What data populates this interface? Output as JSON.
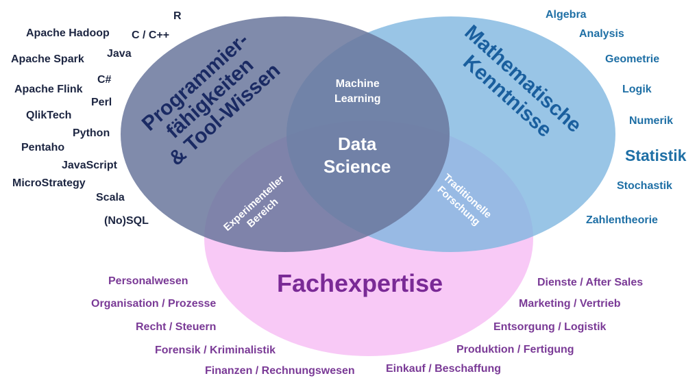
{
  "colors": {
    "programming_circle": "#6a779c",
    "math_circle": "#7fb6e0",
    "domain_circle": "#f7c3f5",
    "programming_text": "#1c2541",
    "math_text": "#1e6fa5",
    "domain_text": "#7a3a96"
  },
  "circles": {
    "programming": {
      "title_lines": [
        "Programmier-",
        "fähigkeiten",
        "& Tool-Wissen"
      ]
    },
    "math": {
      "title_lines": [
        "Mathematische",
        "Kenntnisse"
      ]
    },
    "domain": {
      "title": "Fachexpertise"
    }
  },
  "intersections": {
    "machine_learning": [
      "Machine",
      "Learning"
    ],
    "experimental": [
      "Experimenteller",
      "Bereich"
    ],
    "traditional": [
      "Traditionelle",
      "Forschung"
    ],
    "center": [
      "Data",
      "Science"
    ]
  },
  "programming_items": [
    "R",
    "C / C++",
    "Apache Hadoop",
    "Java",
    "Apache Spark",
    "C#",
    "Apache Flink",
    "Perl",
    "QlikTech",
    "Python",
    "Pentaho",
    "JavaScript",
    "MicroStrategy",
    "Scala",
    "(No)SQL"
  ],
  "math_items": [
    "Algebra",
    "Analysis",
    "Geometrie",
    "Logik",
    "Numerik",
    "Statistik",
    "Stochastik",
    "Zahlentheorie"
  ],
  "domain_items_left": [
    "Personalwesen",
    "Organisation / Prozesse",
    "Recht / Steuern",
    "Forensik / Kriminalistik",
    "Finanzen / Rechnungswesen"
  ],
  "domain_items_right": [
    "Dienste / After Sales",
    "Marketing / Vertrieb",
    "Entsorgung / Logistik",
    "Produktion / Fertigung",
    "Einkauf / Beschaffung"
  ]
}
